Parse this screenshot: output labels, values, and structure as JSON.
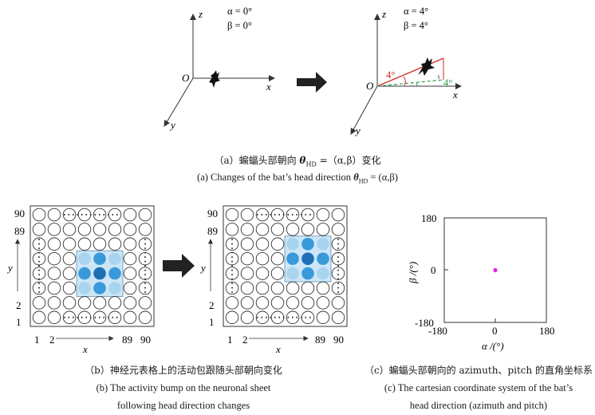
{
  "panel_a": {
    "left": {
      "alpha_text": "α = 0°",
      "beta_text": "β = 0°",
      "axis_z": "z",
      "axis_x": "x",
      "axis_y": "y",
      "origin": "O"
    },
    "right": {
      "alpha_text": "α = 4°",
      "beta_text": "β = 4°",
      "axis_z": "z",
      "axis_x": "x",
      "axis_y": "y",
      "origin": "O",
      "angle_label_red": "4°",
      "angle_label_green": "4°"
    },
    "caption_cn_pre": "（a）蝙蝠头部朝向 ",
    "caption_cn_theta": "θ",
    "caption_cn_sub": "HD",
    "caption_cn_post": " =（α,β）变化",
    "caption_en_pre": "(a)  Changes of the bat’s head direction ",
    "caption_en_theta": "θ",
    "caption_en_sub": "HD",
    "caption_en_post": " = (α,β)"
  },
  "panel_b": {
    "left_grid": {
      "row_labels": [
        "90",
        "89",
        "2",
        "1"
      ],
      "col_labels": [
        "1",
        "2",
        "89",
        "90"
      ],
      "axis_y": "y",
      "axis_x": "x"
    },
    "right_grid": {
      "row_labels": [
        "90",
        "89",
        "2",
        "1"
      ],
      "col_labels": [
        "1",
        "2",
        "89",
        "90"
      ],
      "axis_y": "y",
      "axis_x": "x"
    },
    "caption_cn": "（b）神经元表格上的活动包跟随头部朝向变化",
    "caption_en_line1": "(b)  The activity bump on the neuronal sheet",
    "caption_en_line2": "following head direction changes",
    "colors": {
      "dark": "#1f6fb5",
      "mid": "#3a9ad9",
      "light": "#a9d4ef",
      "box": "#cde6f7"
    }
  },
  "panel_c": {
    "chart_data": {
      "type": "scatter",
      "x": [
        0
      ],
      "y": [
        0
      ],
      "xlim": [
        -180,
        180
      ],
      "ylim": [
        -180,
        180
      ],
      "x_ticks": [
        "-180",
        "0",
        "180"
      ],
      "y_ticks": [
        "-180",
        "0",
        "180"
      ],
      "xlabel": "α /(°)",
      "ylabel": "β /(°)",
      "point_color": "#e020e0"
    },
    "caption_cn": "（c）蝙蝠头部朝向的 azimuth、pitch 的直角坐标系",
    "caption_en_line1": "(c)  The cartesian coordinate system of the bat’s",
    "caption_en_line2": "head direction (azimuth and pitch)"
  }
}
